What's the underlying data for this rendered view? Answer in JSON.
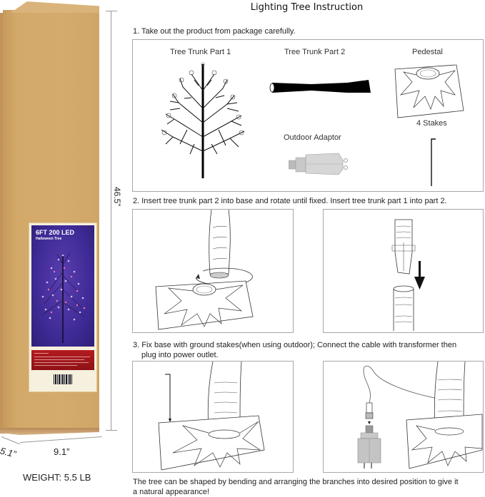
{
  "box": {
    "label_title": "6FT 200 LED",
    "label_subtitle": "Halloween Tree",
    "dimensions": {
      "height": "46.5”",
      "width": "9.1”",
      "depth": "5.1”"
    },
    "weight": "WEIGHT: 5.5 LB",
    "colors": {
      "cardboard": "#d4ab6d",
      "label_purple": "#3f2b96",
      "label_red": "#a8181c"
    }
  },
  "instruction": {
    "title": "Lighting Tree Instruction",
    "steps": [
      {
        "text": "1. Take out the product from package carefully."
      },
      {
        "text": "2. Insert tree trunk part 2 into base and rotate until fixed. Insert tree trunk part 1 into part 2."
      },
      {
        "text_line1": "3. Fix base with ground stakes(when using outdoor); Connect the cable with transformer then",
        "text_line2": "plug into power outlet."
      }
    ],
    "parts": {
      "trunk1": "Tree Trunk Part 1",
      "trunk2": "Tree Trunk Part 2",
      "pedestal": "Pedestal",
      "adaptor": "Outdoor Adaptor",
      "stakes": "4 Stakes"
    },
    "footer_line1": "The tree can be shaped by bending and arranging the branches into desired position to give it",
    "footer_line2": "a natural appearance!"
  }
}
